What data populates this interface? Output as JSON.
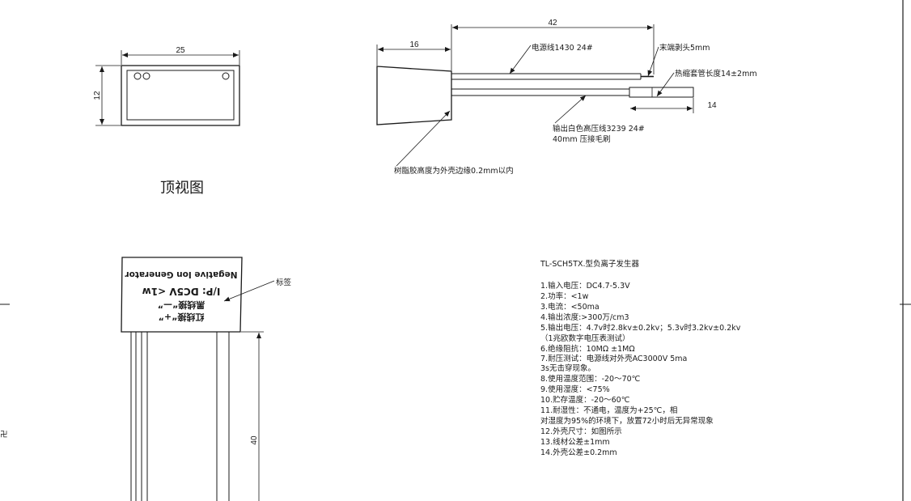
{
  "top_view": {
    "caption": "顶视图",
    "width_dim": "25",
    "height_dim": "12"
  },
  "side_view": {
    "body_dim": "16",
    "wire_dim": "42",
    "strip_dim": "14",
    "notes": {
      "power_wire": "电源线1430  24#",
      "end_strip": "末端剥头5mm",
      "heat_shrink": "热缩套管长度14±2mm",
      "output_wire_line1": "输出白色高压线3239  24#",
      "output_wire_line2": "40mm  压接毛刷",
      "resin": "树脂胶高度为外壳边缘0.2mm以内"
    }
  },
  "front_view": {
    "label_callout": "标签",
    "lead_dim": "40",
    "label_lines": [
      "红线接“+”",
      "黑线接“—”",
      "I/P: DC5V  <1w",
      "Negative Ion Generator"
    ]
  },
  "edge_marks": {
    "left_char": "卍"
  },
  "specs": {
    "title": "TL-SCH5TX.型负离子发生器",
    "items": [
      "1.输入电压：DC4.7-5.3V",
      "2.功率：<1w",
      "3.电流：<50ma",
      "4.输出浓度:>300万/cm3",
      "5.输出电压：4.7v时2.8kv±0.2kv；5.3v时3.2kv±0.2kv",
      "（1兆欧数字电压表测试）",
      "6.绝缘阻抗：10MΩ ±1MΩ",
      "7.耐压测试：电源线对外壳AC3000V  5ma",
      " 3s无击穿现象。",
      "8.使用温度范围：-20～70℃",
      "9.使用湿度：<75%",
      "10.贮存温度：-20～60℃",
      "11.耐湿性：不通电，温度为+25℃，相",
      "对湿度为95%的环境下，放置72小时后无异常现象",
      "12.外壳尺寸：如图所示",
      "13.线材公差±1mm",
      "14.外壳公差±0.2mm"
    ]
  }
}
